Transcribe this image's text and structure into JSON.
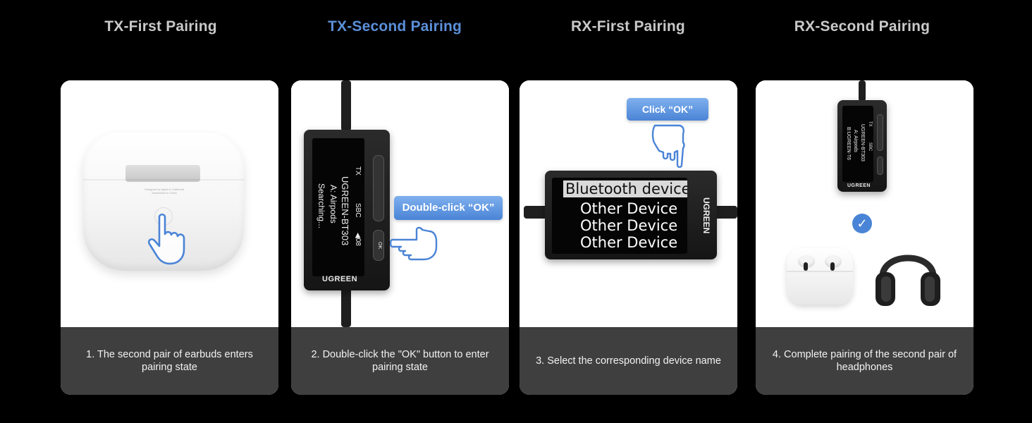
{
  "steps": [
    {
      "heading": "TX-First Pairing",
      "caption": "1. The second pair of earbuds enters pairing state",
      "case_text": "Designed by Apple in California Assembled in China"
    },
    {
      "heading": "TX-Second Pairing",
      "caption": "2. Double-click the \"OK\" button to enter pairing state",
      "callout": "Double-click “OK”",
      "device": {
        "brand": "UGREEN",
        "mode": "TX",
        "codec": "SBC",
        "volume": "◀08",
        "model": "UGREEN-BT303",
        "slot_a": "A: Airpods",
        "status": "Searching...",
        "btn_ok": "OK"
      }
    },
    {
      "heading": "RX-First Pairing",
      "caption": "3. Select the corresponding device name",
      "callout": "Click “OK”",
      "device": {
        "brand": "UGREEN",
        "menu": [
          "Bluetooth device",
          "Other Device",
          "Other Device",
          "Other Device"
        ]
      }
    },
    {
      "heading": "RX-Second Pairing",
      "caption": "4. Complete pairing of the second pair of headphones",
      "device": {
        "brand": "UGREEN",
        "mode": "TX",
        "codec": "SBC",
        "model": "UGREEN-BT303",
        "slot_a": "A: Airpods",
        "slot_b": "B:UGREEN-T6"
      }
    }
  ],
  "colors": {
    "background": "#000000",
    "heading": "#c9c9c9",
    "heading_active": "#5b8fd9",
    "caption_bg": "#3f3f3f",
    "accent": "#4a84d6"
  },
  "icons": [
    "pointing-hand-icon",
    "check-icon",
    "earbuds-case-icon",
    "headphones-icon"
  ]
}
